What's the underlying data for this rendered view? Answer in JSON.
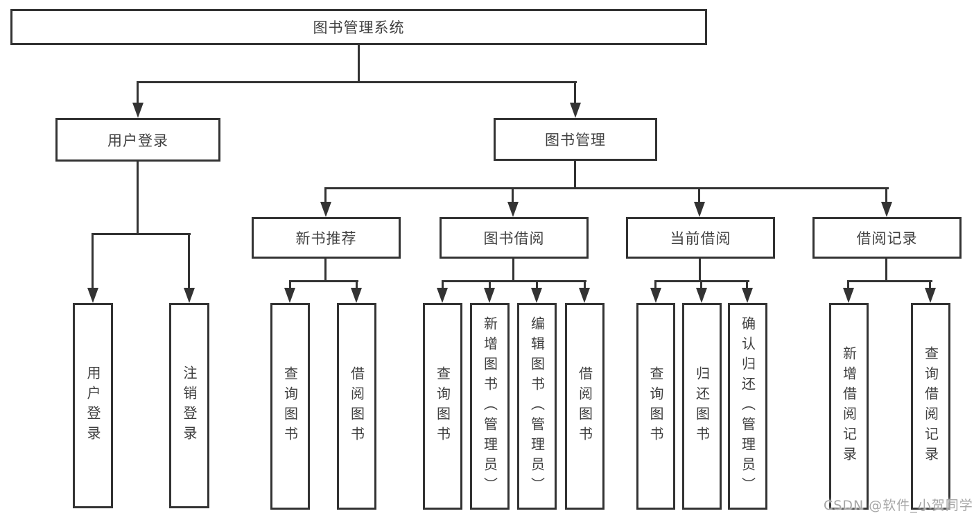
{
  "diagram": {
    "title": "图书管理系统",
    "branches": [
      {
        "label": "用户登录",
        "children": [
          {
            "label": "用户登录"
          },
          {
            "label": "注销登录"
          }
        ]
      },
      {
        "label": "图书管理",
        "children": [
          {
            "label": "新书推荐",
            "children": [
              {
                "label": "查询图书"
              },
              {
                "label": "借阅图书"
              }
            ]
          },
          {
            "label": "图书借阅",
            "children": [
              {
                "label": "查询图书"
              },
              {
                "label": "新增图书（管理员）"
              },
              {
                "label": "编辑图书（管理员）"
              },
              {
                "label": "借阅图书"
              }
            ]
          },
          {
            "label": "当前借阅",
            "children": [
              {
                "label": "查询图书"
              },
              {
                "label": "归还图书"
              },
              {
                "label": "确认归还（管理员）"
              }
            ]
          },
          {
            "label": "借阅记录",
            "children": [
              {
                "label": "新增借阅记录"
              },
              {
                "label": "查询借阅记录"
              }
            ]
          }
        ]
      }
    ]
  },
  "watermark": "CSDN @软件_小贺同学",
  "colors": {
    "line": "#333333",
    "text": "#3f3f3f",
    "watermark": "#a6a6a6",
    "background": "#ffffff"
  }
}
